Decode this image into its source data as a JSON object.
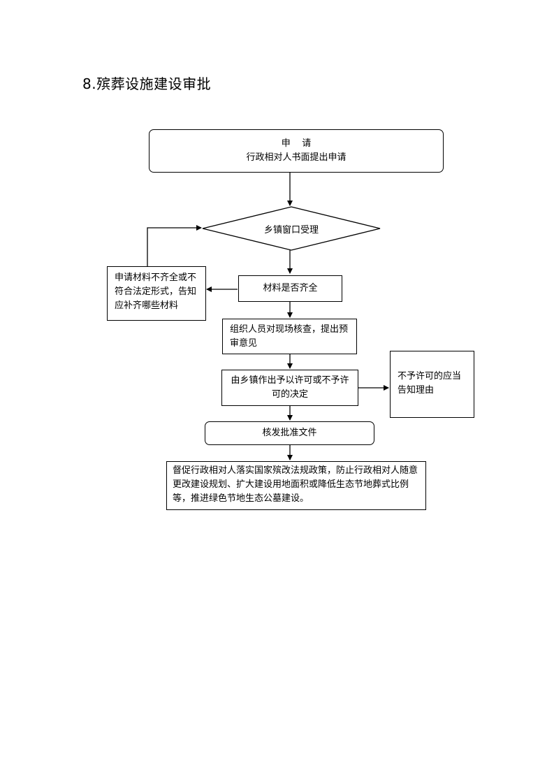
{
  "title": "8.殡葬设施建设审批",
  "nodes": {
    "apply_title": "申    请",
    "apply_desc": "行政相对人书面提出申请",
    "accept": "乡镇窗口受理",
    "check": "材料是否齐全",
    "incomplete": "申请材料不齐全或不符合法定形式，告知应补齐哪些材料",
    "inspect": "组织人员对现场核查，提出预审意见",
    "decide": "由乡镇作出予以许可或不予许可的决定",
    "deny": "不予许可的应当告知理由",
    "issue": "核发批准文件",
    "supervise": "督促行政相对人落实国家殡改法规政策，防止行政相对人随意更改建设规划、扩大建设用地面积或降低生态节地葬式比例等，推进绿色节地生态公墓建设。"
  }
}
